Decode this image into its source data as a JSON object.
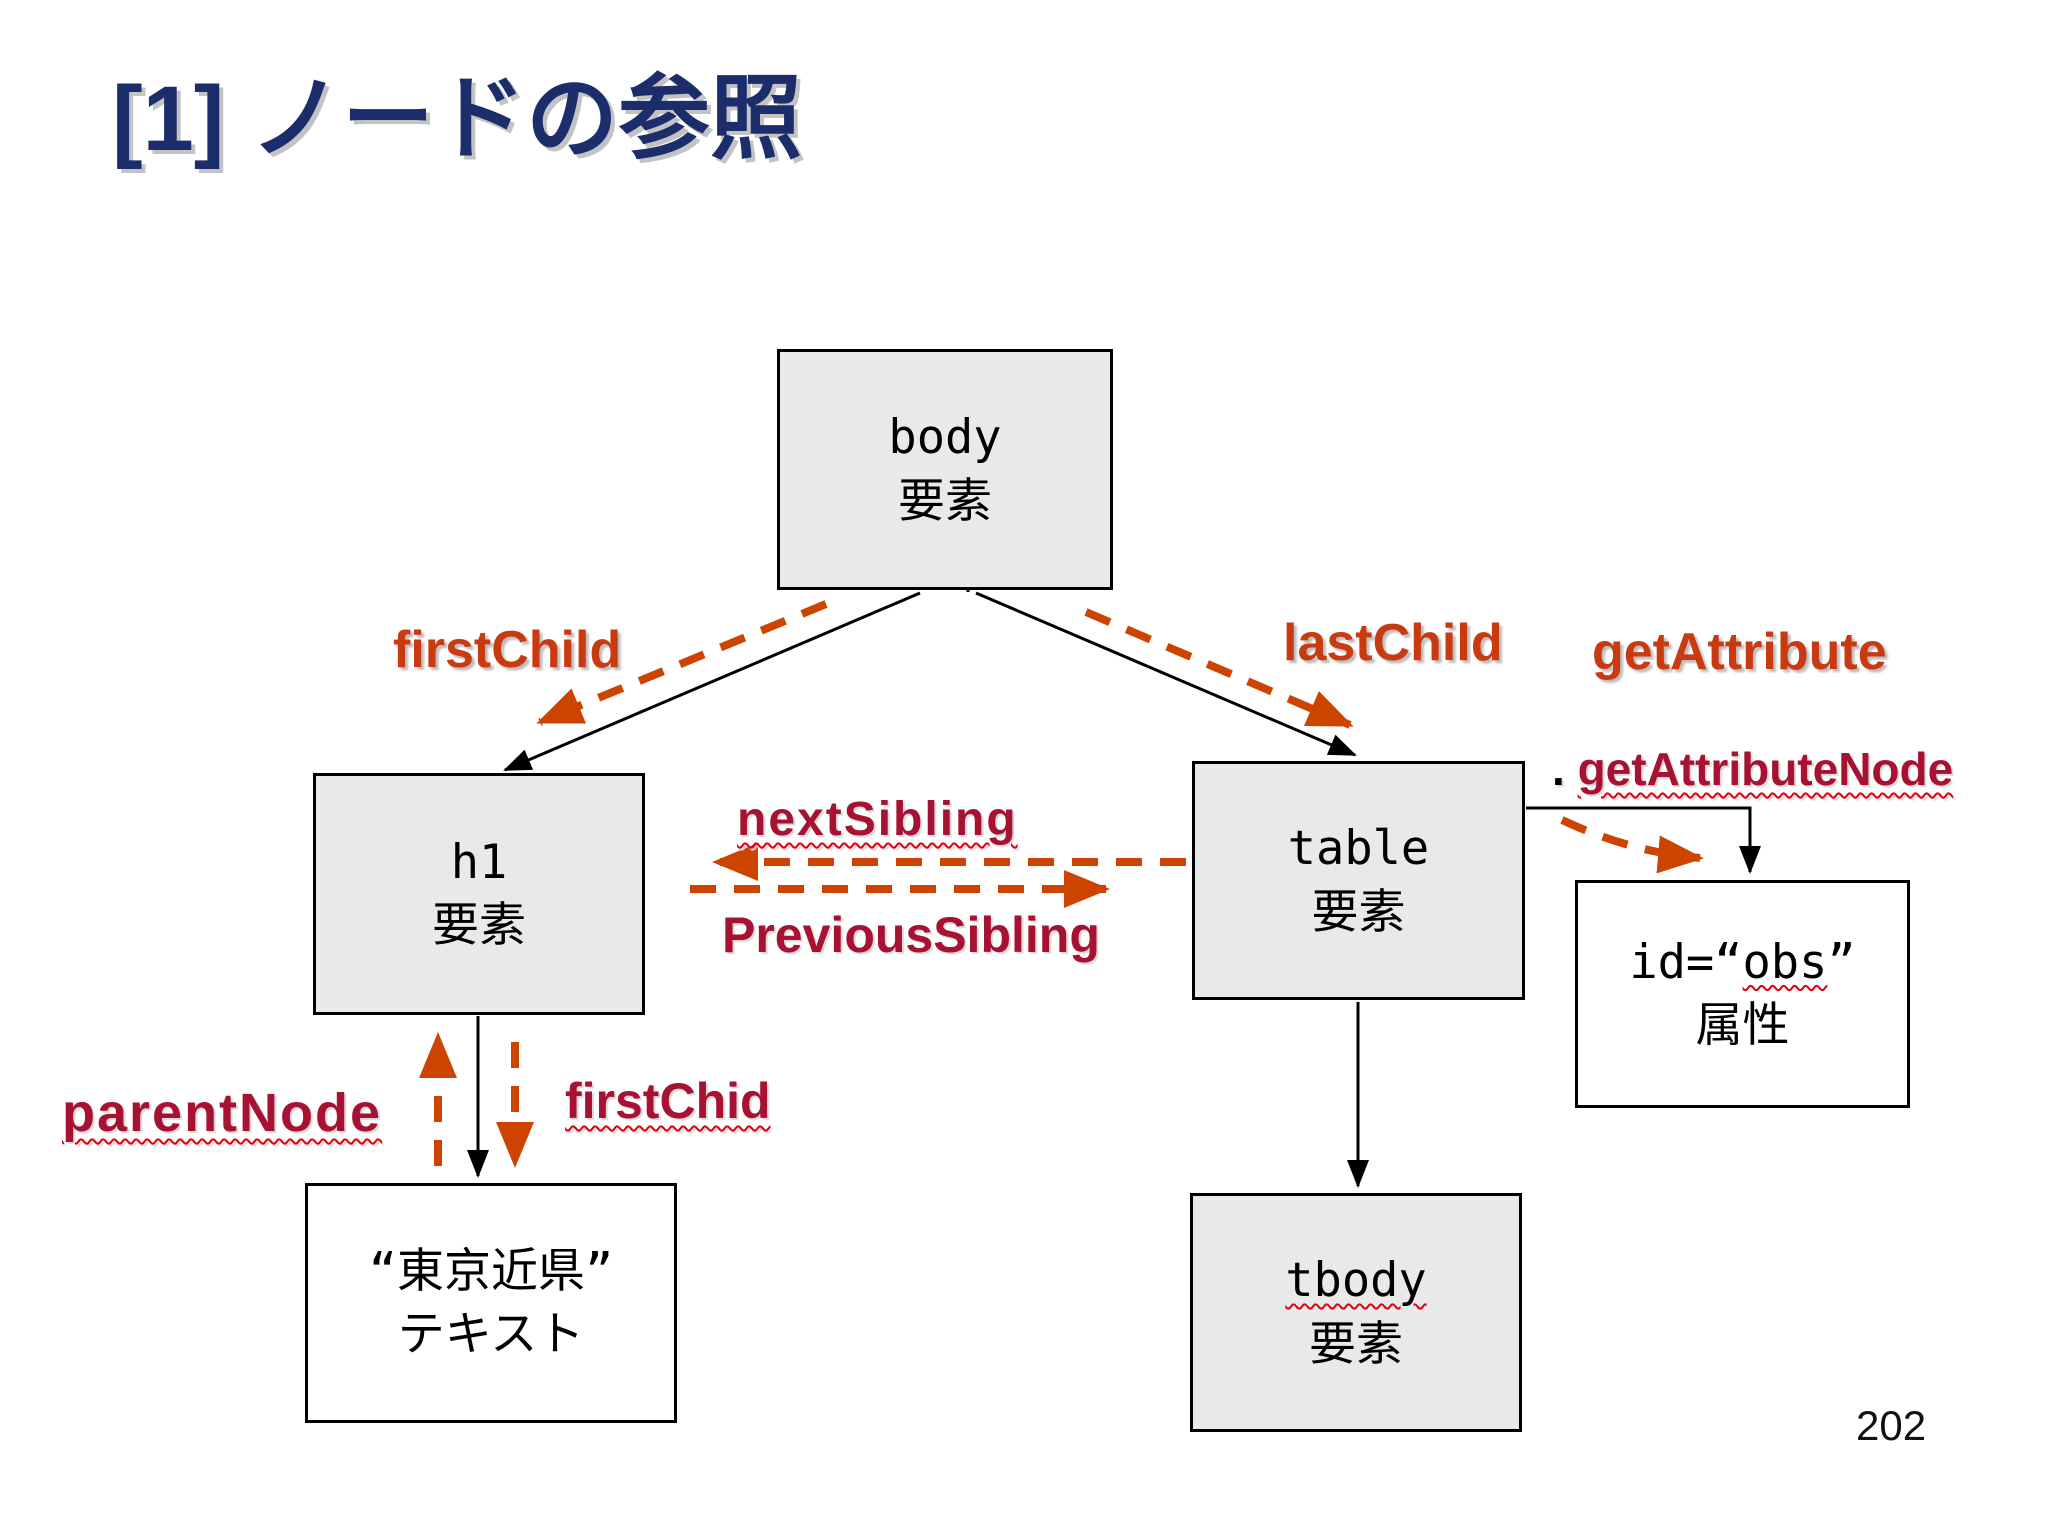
{
  "slide": {
    "title": "[1] ノードの参照",
    "page_number": "202"
  },
  "nodes": {
    "body": {
      "line1": "body",
      "line2": "要素"
    },
    "h1": {
      "line1": "h1",
      "line2": "要素"
    },
    "table": {
      "line1": "table",
      "line2": "要素"
    },
    "text": {
      "line1": "“東京近県”",
      "line2": "テキスト"
    },
    "tbody": {
      "line1": "tbody",
      "line2": "要素"
    },
    "attr": {
      "id_prefix": "id=“",
      "id_value": "obs",
      "id_suffix": "”",
      "line2": "属性"
    }
  },
  "labels": {
    "firstChild": "firstChild",
    "lastChild": "lastChild",
    "getAttribute": "getAttribute",
    "getAttributeNode_dot": ".",
    "getAttributeNode": "getAttributeNode",
    "nextSibling": "nextSibling",
    "previousSibling": "PreviousSibling",
    "parentNode": "parentNode",
    "firstChid": "firstChid"
  },
  "colors": {
    "title": "#1b2d6b",
    "method_orange": "#c93a10",
    "property_crimson": "#a81232",
    "arrow_orange": "#cc4400",
    "box_fill_gray": "#e9e9e9",
    "box_fill_white": "#ffffff",
    "squiggle_red": "#e00010"
  }
}
